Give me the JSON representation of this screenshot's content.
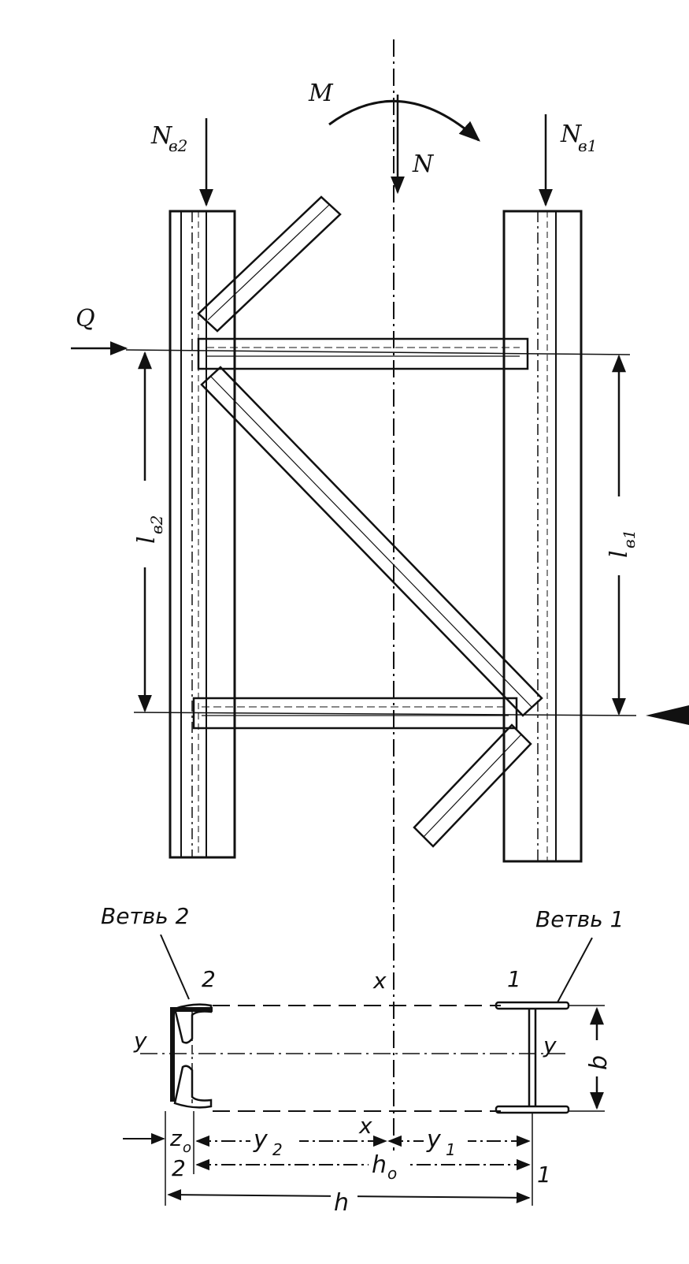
{
  "labels": {
    "moment": "M",
    "axial": "N",
    "branch_force_2": "N",
    "branch_force_2_sub": "в2",
    "branch_force_1": "N",
    "branch_force_1_sub": "в1",
    "shear": "Q",
    "branch_length_2": "l",
    "branch_length_2_sub": "в2",
    "branch_length_1": "l",
    "branch_length_1_sub": "в1",
    "branch_2_caption": "Ветвь 2",
    "branch_1_caption": "Ветвь 1",
    "mark_2_top": "2",
    "mark_1_top": "1",
    "axis_x_top": "x",
    "axis_x_bottom": "x",
    "axis_y_left": "y",
    "axis_y_right": "y",
    "dim_b": "b",
    "dim_z0": "z",
    "dim_z0_sub": "o",
    "dim_y2": "y",
    "dim_y2_sub": "2",
    "dim_y1": "y",
    "dim_y1_sub": "1",
    "dim_h0": "h",
    "dim_h0_sub": "o",
    "dim_h": "h",
    "mark_2_bottom": "2",
    "mark_1_bottom": "1"
  }
}
